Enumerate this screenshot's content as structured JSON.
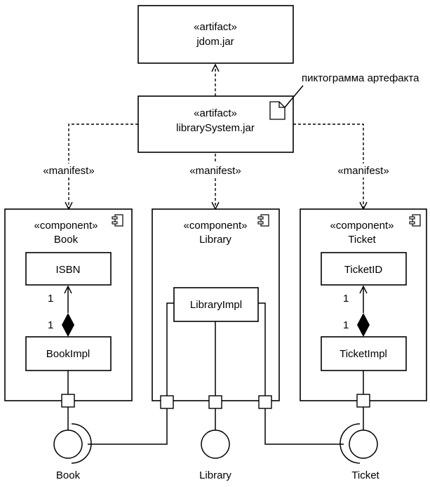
{
  "artifacts": {
    "jdom": {
      "stereotype": "«artifact»",
      "name": "jdom.jar"
    },
    "library_system": {
      "stereotype": "«artifact»",
      "name": "librarySystem.jar"
    }
  },
  "artifact_icon_note": "пиктограмма артефакта",
  "manifest_labels": [
    "«manifest»",
    "«manifest»",
    "«manifest»"
  ],
  "components": {
    "book": {
      "stereotype": "«component»",
      "name": "Book",
      "inner_top": "ISBN",
      "inner_bottom": "BookImpl",
      "mult_top": "1",
      "mult_bottom": "1"
    },
    "library": {
      "stereotype": "«component»",
      "name": "Library",
      "inner": "LibraryImpl"
    },
    "ticket": {
      "stereotype": "«component»",
      "name": "Ticket",
      "inner_top": "TicketID",
      "inner_bottom": "TicketImpl",
      "mult_top": "1",
      "mult_bottom": "1"
    }
  },
  "interfaces": {
    "book": "Book",
    "library": "Library",
    "ticket": "Ticket"
  }
}
